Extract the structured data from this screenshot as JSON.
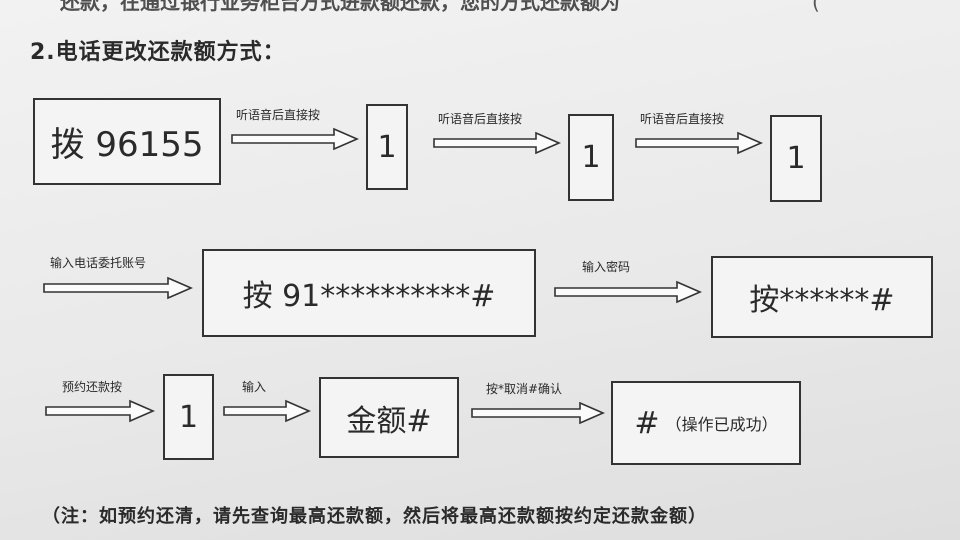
{
  "top_fragment": {
    "text": "还款，在通过银行业务柜台方式进款额还款，您的方式还款额为",
    "right": "("
  },
  "title": "2.电话更改还款额方式：",
  "row1": {
    "box_dial": "拨 96155",
    "label_1": "听语音后直接按",
    "box_1": "1",
    "label_2": "听语音后直接按",
    "box_2": "1",
    "label_3": "听语音后直接按",
    "box_3": "1"
  },
  "row2": {
    "label_account": "输入电话委托账号",
    "box_account": "按 91**********#",
    "label_password": "输入密码",
    "box_password": "按******#"
  },
  "row3": {
    "label_book": "预约还款按",
    "box_book": "1",
    "label_input": "输入",
    "box_amount": "金额#",
    "label_confirm": "按*取消#确认",
    "box_result_hash": "#",
    "box_result_text": "（操作已成功）"
  },
  "note": "（注：如预约还清，请先查询最高还款额，然后将最高还款额按约定还款金额）"
}
